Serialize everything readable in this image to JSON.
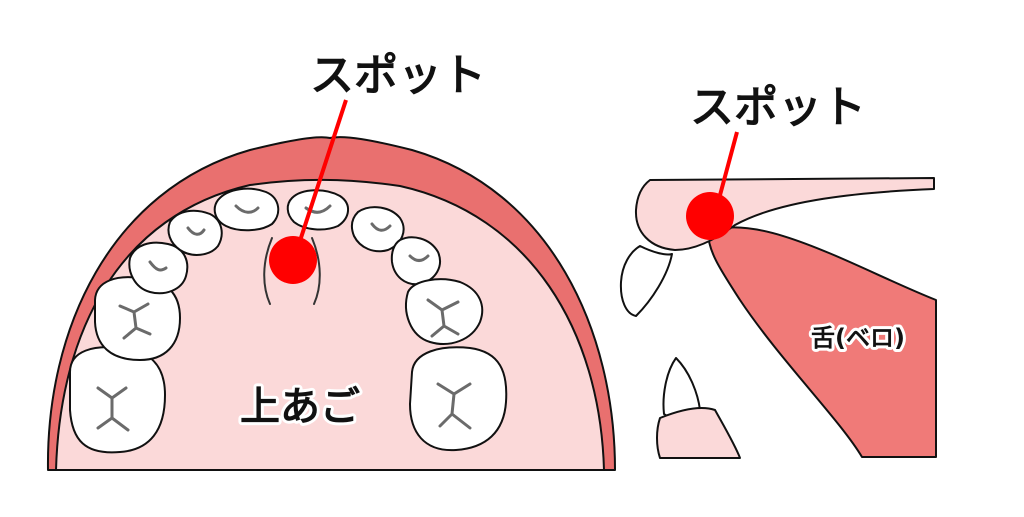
{
  "palate_view": {
    "spot_label": "スポット",
    "region_label": "上あご"
  },
  "side_view": {
    "spot_label": "スポット",
    "tongue_label": "舌(ベロ)"
  },
  "colors": {
    "gum": "#e9706f",
    "palate": "#fbd9d9",
    "tooth": "#ffffff",
    "spot": "#ff0000",
    "tongue": "#f07a78",
    "outline": "#111111"
  }
}
